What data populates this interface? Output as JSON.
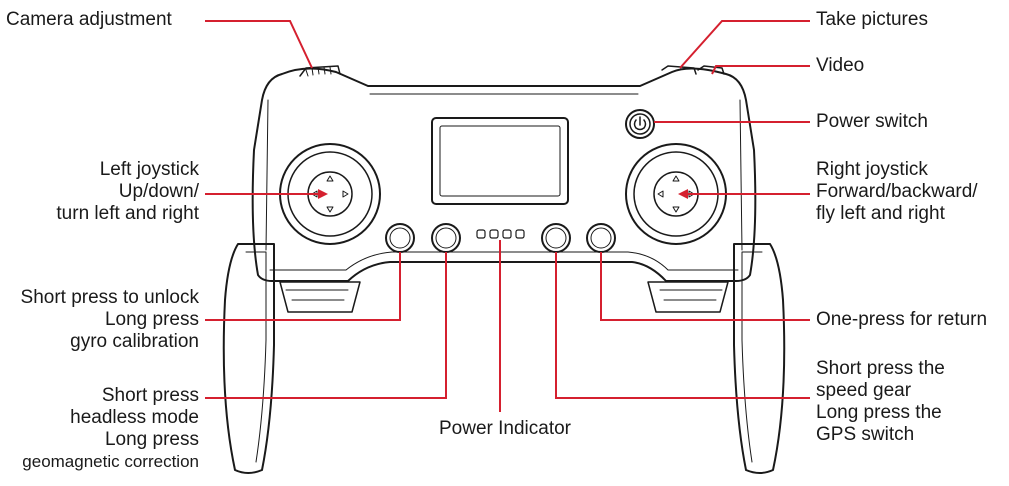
{
  "colors": {
    "callout_line": "#d5202f",
    "outline": "#1a1a1a",
    "text": "#1a1a1a"
  },
  "labels": {
    "camera_adjustment": "Camera adjustment",
    "take_pictures": "Take pictures",
    "video": "Video",
    "power_switch": "Power switch",
    "left_joystick": [
      "Left joystick",
      "Up/down/",
      "turn left and right"
    ],
    "right_joystick": [
      "Right joystick",
      "Forward/backward/",
      "fly left and right"
    ],
    "unlock": [
      "Short press to unlock",
      "Long press",
      "gyro calibration"
    ],
    "headless": [
      "Short press",
      "headless mode",
      "Long press",
      "geomagnetic correction"
    ],
    "power_indicator": "Power Indicator",
    "return": "One-press for return",
    "speed_gear": [
      "Short press the",
      "speed gear",
      "Long press the",
      "GPS switch"
    ]
  },
  "icons": {
    "power": "power-icon",
    "joystick_arrows": "arrow-icons"
  }
}
